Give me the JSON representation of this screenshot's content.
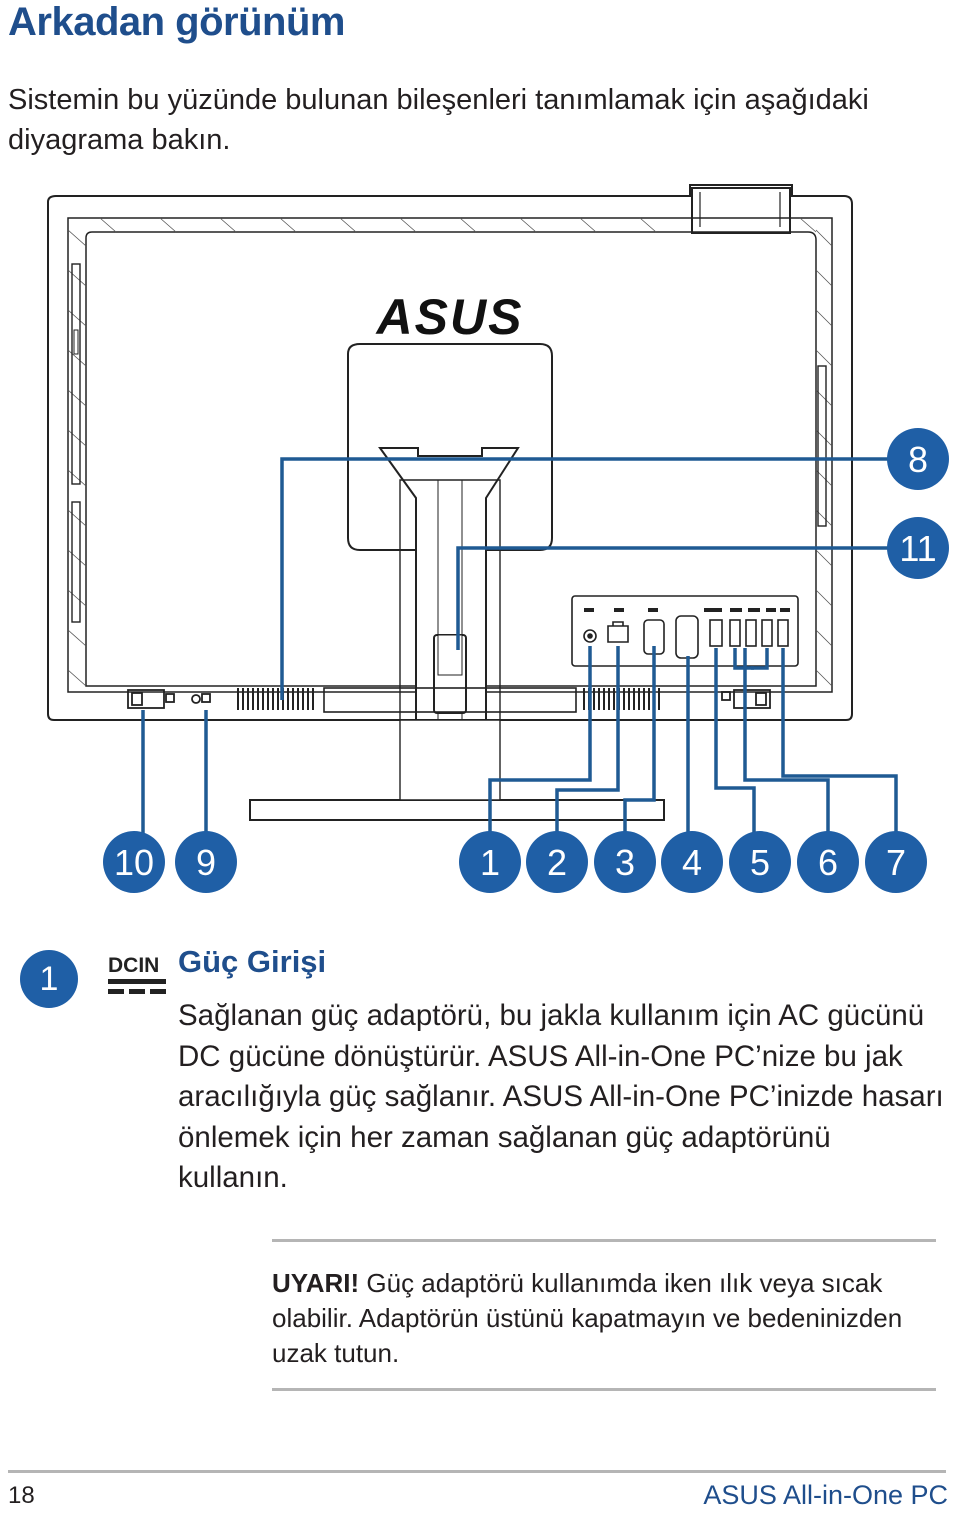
{
  "page": {
    "title": "Arkadan görünüm",
    "intro": "Sistemin bu yüzünde bulunan bileşenleri tanımlamak için aşağıdaki diyagrama bakın."
  },
  "diagram": {
    "brand_logo": "ASUS",
    "callouts": [
      "1",
      "2",
      "3",
      "4",
      "5",
      "6",
      "7",
      "8",
      "9",
      "10",
      "11"
    ],
    "line_color": "#1f5a93",
    "badge_color": "#1f5fa6"
  },
  "item": {
    "number": "1",
    "icon_label": "DCIN",
    "title": "Güç Girişi",
    "text": "Sağlanan güç adaptörü, bu jakla kullanım için AC gücünü DC gücüne dönüştürür. ASUS All-in-One PC’nize bu jak aracılığıyla güç sağlanır. ASUS All-in-One PC’inizde hasarı önlemek için her zaman sağlanan güç adaptörünü kullanın."
  },
  "warning": {
    "label": "UYARI!",
    "text": " Güç adaptörü kullanımda iken ılık veya sıcak olabilir. Adaptörün üstünü kapatmayın ve bedeninizden uzak tutun."
  },
  "footer": {
    "page_number": "18",
    "product": "ASUS All-in-One PC"
  }
}
